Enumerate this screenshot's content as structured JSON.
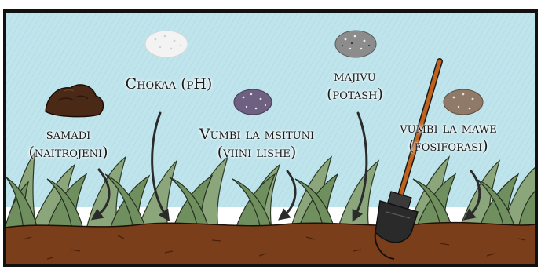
{
  "panel": {
    "sky_color": "#bfe4ec",
    "soil_color": "#7a3e1b",
    "grass_color": "#6f8f5e",
    "outline_color": "#111111"
  },
  "amendments": [
    {
      "id": "samadi",
      "line1": "samadi",
      "line2": "(naitrojeni)",
      "pile_color": "#4a2a17",
      "pile_icon": "manure-pile-icon"
    },
    {
      "id": "chokaa",
      "line1": "Chokaa (pH)",
      "line2": "",
      "pile_color": "#f2f2f2",
      "pile_icon": "lime-powder-icon"
    },
    {
      "id": "vumbi-msituni",
      "line1": "Vumbi la msituni",
      "line2": "(viini lishe)",
      "pile_color": "#6e6080",
      "pile_icon": "forest-dust-icon"
    },
    {
      "id": "majivu",
      "line1": "majivu",
      "line2": "(potash)",
      "pile_color": "#8c8c8c",
      "pile_icon": "ash-pile-icon"
    },
    {
      "id": "vumbi-mawe",
      "line1": "vumbi la mawe",
      "line2": "(fosiforasi)",
      "pile_color": "#8f7a68",
      "pile_icon": "rock-dust-icon"
    }
  ],
  "tools": {
    "shovel_icon": "shovel-icon",
    "handle_color": "#c0621c",
    "blade_color": "#2a2a2a"
  }
}
